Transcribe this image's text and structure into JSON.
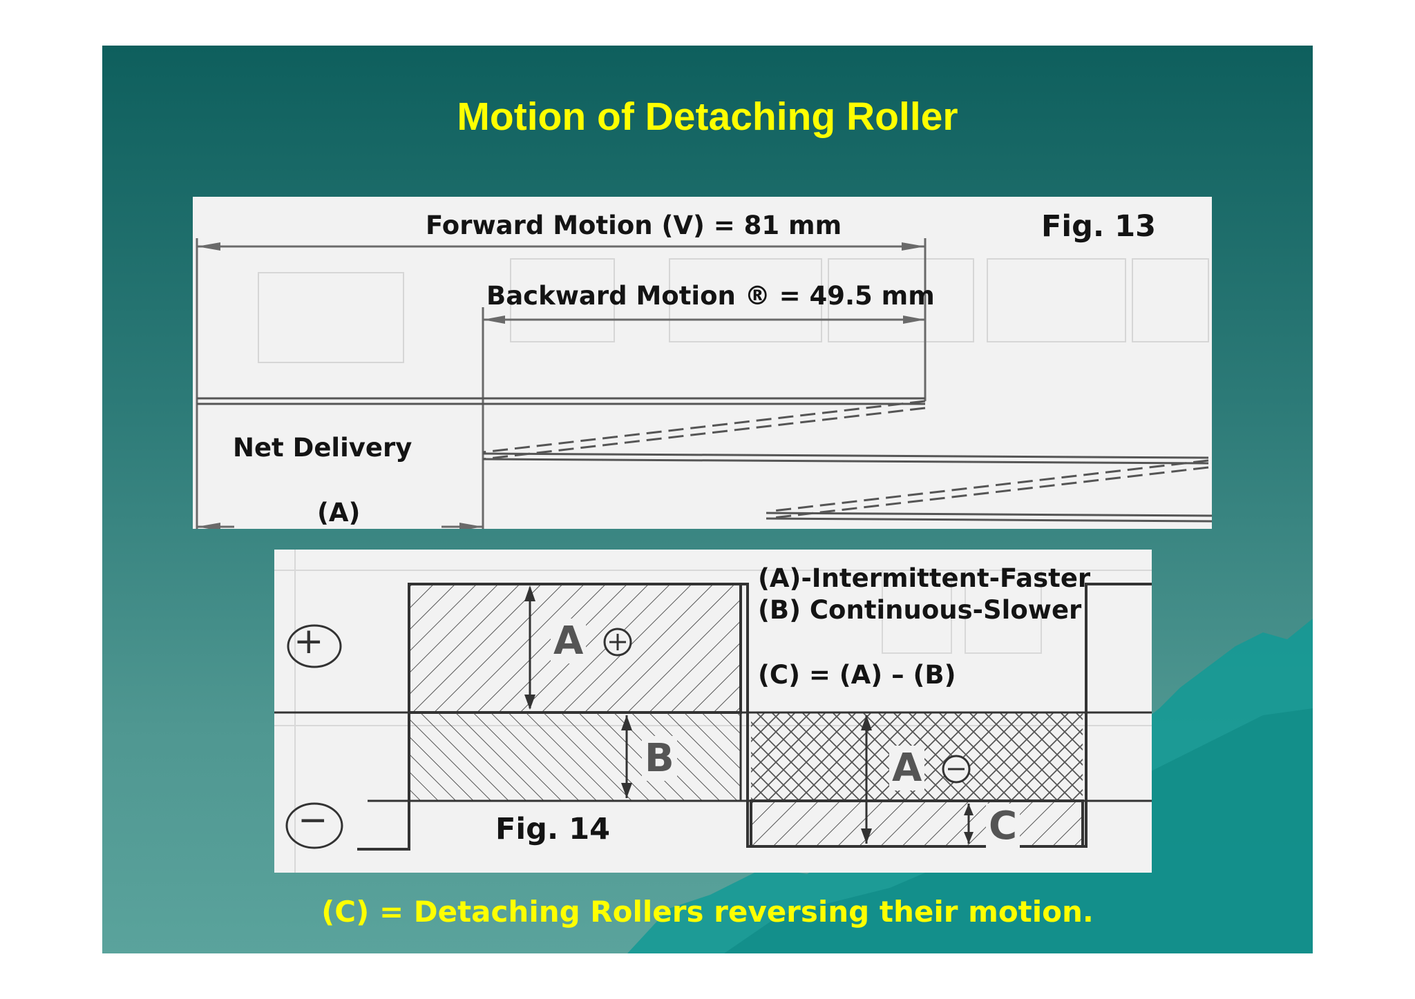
{
  "slide": {
    "title": "Motion of Detaching Roller",
    "caption": "(C) = Detaching Rollers reversing their motion.",
    "colors": {
      "title": "#ffff00",
      "background_top": "#0e5f5d",
      "background_bottom": "#5aa39c"
    }
  },
  "fig13": {
    "fig_label": "Fig. 13",
    "forward_motion": "Forward Motion (V) = 81 mm",
    "backward_motion": "Backward Motion ® = 49.5 mm",
    "net_delivery": "Net Delivery",
    "net_delivery_symbol": "(A)"
  },
  "fig14": {
    "fig_label": "Fig. 14",
    "legend_a": "(A)-Intermittent-Faster",
    "legend_b": "(B) Continuous-Slower",
    "equation": "(C) = (A) – (B)",
    "region_a_plus": "A",
    "region_b": "B",
    "region_a_minus": "A",
    "region_c": "C",
    "plus_symbol": "+",
    "minus_symbol": "−"
  }
}
